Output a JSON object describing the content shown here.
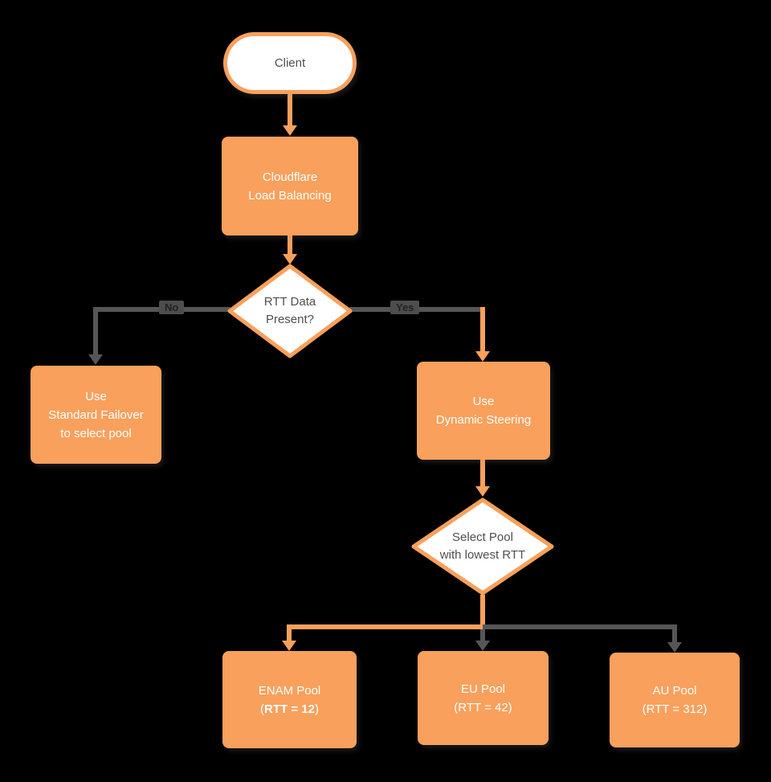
{
  "theme": {
    "bg": "#000000",
    "orange": "#F9A05C",
    "gray": "#565656",
    "node-text": "#4F4F4F",
    "box-text": "#FFFFFF",
    "label-bg": "#4D4D4D",
    "label-text": "#222222"
  },
  "nodes": {
    "client": {
      "label": "Client"
    },
    "load_balancing": {
      "line1": "Cloudflare",
      "line2": "Load Balancing"
    },
    "rtt_decision": {
      "line1": "RTT Data",
      "line2": "Present?"
    },
    "standard_failover": {
      "line1": "Use",
      "line2": "Standard Failover",
      "line3": "to select pool"
    },
    "dynamic_steering": {
      "line1": "Use",
      "line2": "Dynamic Steering"
    },
    "select_pool": {
      "line1": "Select Pool",
      "line2": "with lowest RTT"
    },
    "enam_pool": {
      "line1": "ENAM Pool",
      "rtt_open": "(",
      "rtt_bold": "RTT = 12",
      "rtt_close": ")"
    },
    "eu_pool": {
      "line1": "EU Pool",
      "line2": "(RTT = 42)"
    },
    "au_pool": {
      "line1": "AU Pool",
      "line2": "(RTT = 312)"
    }
  },
  "edges": {
    "no_label": "No",
    "yes_label": "Yes"
  }
}
